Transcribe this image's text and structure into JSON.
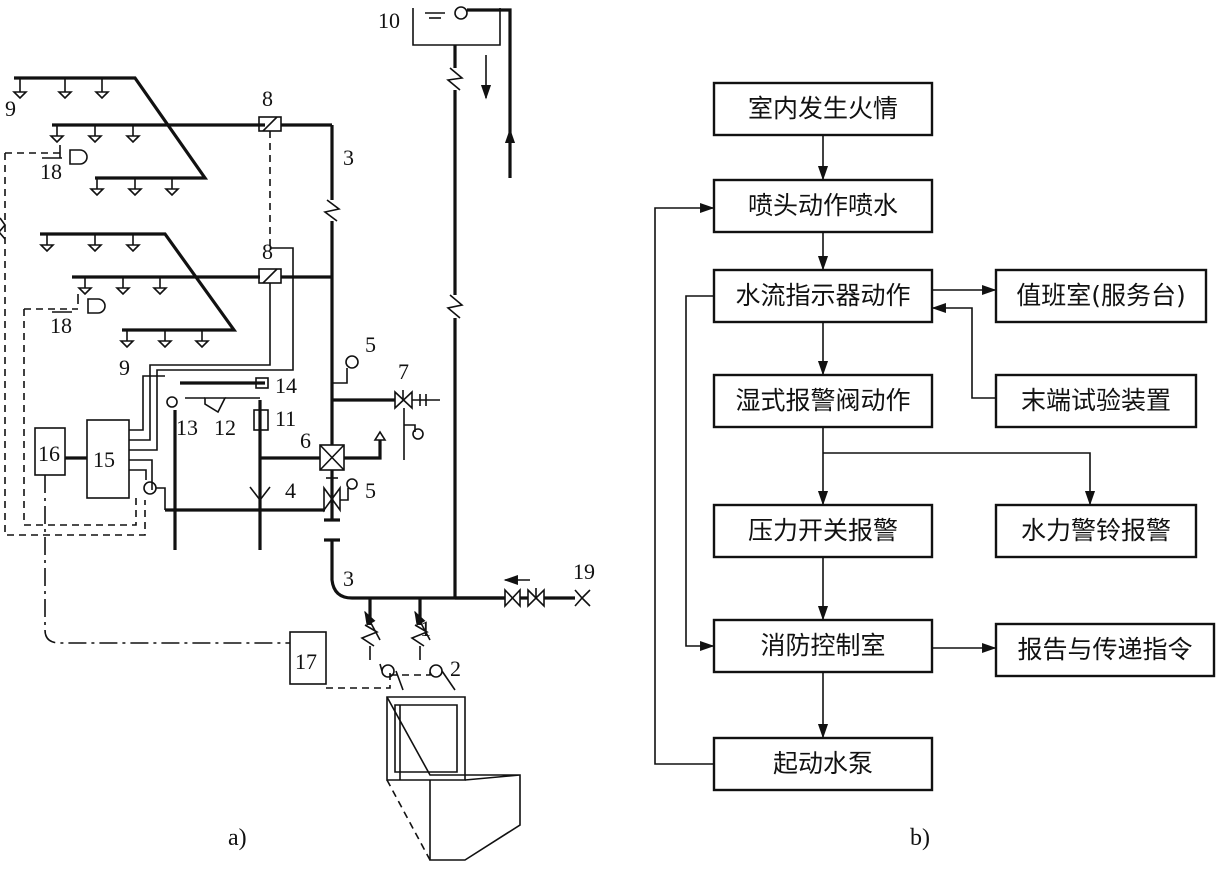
{
  "panel_a": {
    "caption": "a)",
    "labels": {
      "n1": "1",
      "n2": "2",
      "n3a": "3",
      "n3b": "3",
      "n4": "4",
      "n5a": "5",
      "n5b": "5",
      "n6": "6",
      "n7": "7",
      "n8a": "8",
      "n8b": "8",
      "n9a": "9",
      "n9b": "9",
      "n10": "10",
      "n11": "11",
      "n12": "12",
      "n13": "13",
      "n14": "14",
      "n15": "15",
      "n16": "16",
      "n17": "17",
      "n18a": "18",
      "n18b": "18",
      "n19": "19"
    }
  },
  "panel_b": {
    "caption": "b)",
    "nodes": {
      "fire": "室内发生火情",
      "sprinkler": "喷头动作喷水",
      "flow_indicator": "水流指示器动作",
      "duty_room": "值班室(服务台)",
      "alarm_valve": "湿式报警阀动作",
      "end_test": "末端试验装置",
      "pressure_switch": "压力开关报警",
      "water_bell": "水力警铃报警",
      "control_room": "消防控制室",
      "report": "报告与传递指令",
      "start_pump": "起动水泵"
    }
  }
}
